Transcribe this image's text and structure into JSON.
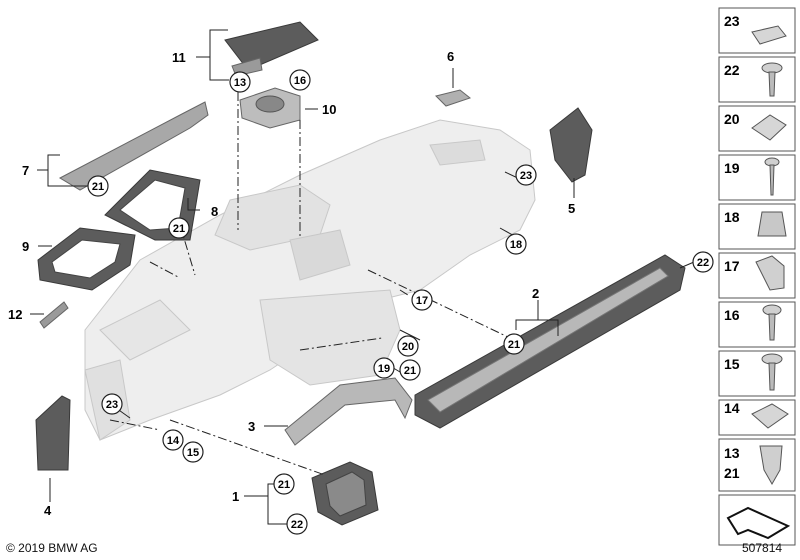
{
  "callouts": [
    {
      "id": "c1",
      "label": "1",
      "style": "plain"
    },
    {
      "id": "c2",
      "label": "2",
      "style": "plain"
    },
    {
      "id": "c3",
      "label": "3",
      "style": "plain"
    },
    {
      "id": "c4",
      "label": "4",
      "style": "plain"
    },
    {
      "id": "c5",
      "label": "5",
      "style": "plain"
    },
    {
      "id": "c6",
      "label": "6",
      "style": "plain"
    },
    {
      "id": "c7",
      "label": "7",
      "style": "plain"
    },
    {
      "id": "c8",
      "label": "8",
      "style": "plain"
    },
    {
      "id": "c9",
      "label": "9",
      "style": "plain"
    },
    {
      "id": "c10",
      "label": "10",
      "style": "plain"
    },
    {
      "id": "c11",
      "label": "11",
      "style": "plain"
    },
    {
      "id": "c12",
      "label": "12",
      "style": "plain"
    },
    {
      "id": "c13",
      "label": "13",
      "style": "circle"
    },
    {
      "id": "c14",
      "label": "14",
      "style": "circle"
    },
    {
      "id": "c15",
      "label": "15",
      "style": "circle"
    },
    {
      "id": "c16",
      "label": "16",
      "style": "circle"
    },
    {
      "id": "c17",
      "label": "17",
      "style": "circle"
    },
    {
      "id": "c18",
      "label": "18",
      "style": "circle"
    },
    {
      "id": "c19",
      "label": "19",
      "style": "circle"
    },
    {
      "id": "c20",
      "label": "20",
      "style": "circle"
    },
    {
      "id": "c21a",
      "label": "21",
      "style": "circle"
    },
    {
      "id": "c21b",
      "label": "21",
      "style": "circle"
    },
    {
      "id": "c21c",
      "label": "21",
      "style": "circle"
    },
    {
      "id": "c21d",
      "label": "21",
      "style": "circle"
    },
    {
      "id": "c21e",
      "label": "21",
      "style": "circle"
    },
    {
      "id": "c22a",
      "label": "22",
      "style": "circle"
    },
    {
      "id": "c22b",
      "label": "22",
      "style": "circle"
    },
    {
      "id": "c23a",
      "label": "23",
      "style": "circle"
    },
    {
      "id": "c23b",
      "label": "23",
      "style": "circle"
    }
  ],
  "legend": [
    {
      "id": "l23",
      "label": "23",
      "icon": "clip-nut-icon"
    },
    {
      "id": "l22",
      "label": "22",
      "icon": "collar-screw-icon"
    },
    {
      "id": "l20",
      "label": "20",
      "icon": "spring-nut-icon"
    },
    {
      "id": "l19",
      "label": "19",
      "icon": "self-tapping-screw-icon"
    },
    {
      "id": "l18",
      "label": "18",
      "icon": "expanding-nut-icon"
    },
    {
      "id": "l17",
      "label": "17",
      "icon": "bracket-clip-icon"
    },
    {
      "id": "l16",
      "label": "16",
      "icon": "torx-screw-icon"
    },
    {
      "id": "l15",
      "label": "15",
      "icon": "hex-collar-screw-icon"
    },
    {
      "id": "l14",
      "label": "14",
      "icon": "speed-nut-icon"
    },
    {
      "id": "l13_21",
      "label": "13\n21",
      "label_top": "13",
      "label_bottom": "21",
      "icon": "spreader-clip-icon"
    },
    {
      "id": "lshim",
      "label": "",
      "icon": "angled-shim-icon"
    }
  ],
  "footer": {
    "copyright": "© 2019 BMW AG",
    "diagram_number": "507814"
  }
}
